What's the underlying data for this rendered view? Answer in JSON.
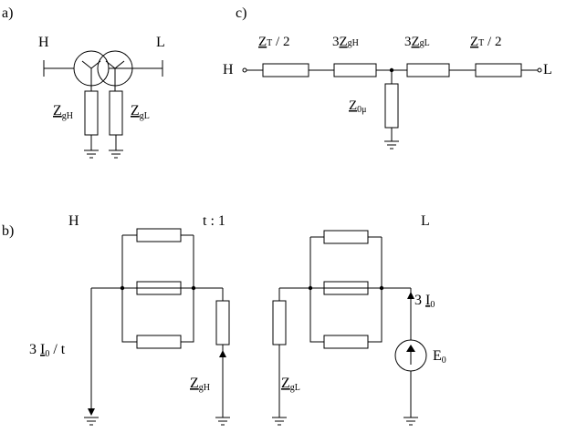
{
  "panels": {
    "a": "a)",
    "b": "b)",
    "c": "c)"
  },
  "panel_a": {
    "left_node": "H",
    "right_node": "L",
    "zg_h": {
      "base": "Z",
      "sub": "gH"
    },
    "zg_l": {
      "base": "Z",
      "sub": "gL"
    }
  },
  "panel_c": {
    "left_node": "H",
    "right_node": "L",
    "zt_left": {
      "base": "Z",
      "sub": "T",
      "suffix": " / 2"
    },
    "zg_h": {
      "coef": "3",
      "base": "Z",
      "sub": "gH"
    },
    "zg_l": {
      "coef": "3",
      "base": "Z",
      "sub": "gL"
    },
    "zt_right": {
      "base": "Z",
      "sub": "T",
      "suffix": " / 2"
    },
    "z0mu": {
      "base": "Z",
      "sub": "0μ"
    }
  },
  "panel_b": {
    "left_node": "H",
    "right_node": "L",
    "ratio": "t : 1",
    "current_left": {
      "coef": "3 ",
      "base": "I",
      "sub": "0",
      "suffix": " / t"
    },
    "current_right": {
      "coef": "3 ",
      "base": "I",
      "sub": "0"
    },
    "zg_h": {
      "base": "Z",
      "sub": "gH"
    },
    "zg_l": {
      "base": "Z",
      "sub": "gL"
    },
    "source": {
      "base": "E",
      "sub": "0"
    }
  }
}
